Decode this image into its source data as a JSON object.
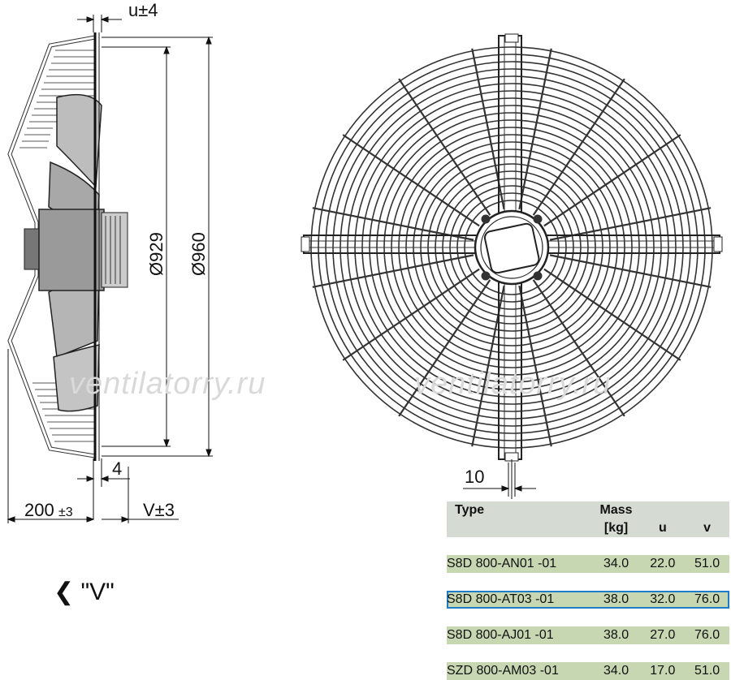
{
  "watermark": "ventilatorry.ru",
  "dimensions": {
    "u": "u±4",
    "d929": "Ø929",
    "d960": "Ø960",
    "four": "4",
    "d200": "200",
    "d200_tol": "±3",
    "v": "V±3",
    "ten": "10"
  },
  "table": {
    "headers": {
      "type": "Type",
      "mass": "Mass",
      "mass_unit": "[kg]",
      "u": "u",
      "v": "v"
    },
    "rows": [
      {
        "type": "S8D 800-AN01 -01",
        "mass": "34.0",
        "u": "22.0",
        "v": "51.0"
      },
      {
        "type": "S8D 800-AT03 -01",
        "mass": "38.0",
        "u": "32.0",
        "v": "76.0"
      },
      {
        "type": "S8D 800-AJ01 -01",
        "mass": "38.0",
        "u": "27.0",
        "v": "76.0"
      },
      {
        "type": "SZD 800-AM03 -01",
        "mass": "34.0",
        "u": "17.0",
        "v": "51.0"
      }
    ]
  },
  "view_label": "❮ \"V\"",
  "colors": {
    "row_bg": "#c7d7b2",
    "header_bg": "#d5dad3",
    "highlight": "#1f7cc8"
  }
}
